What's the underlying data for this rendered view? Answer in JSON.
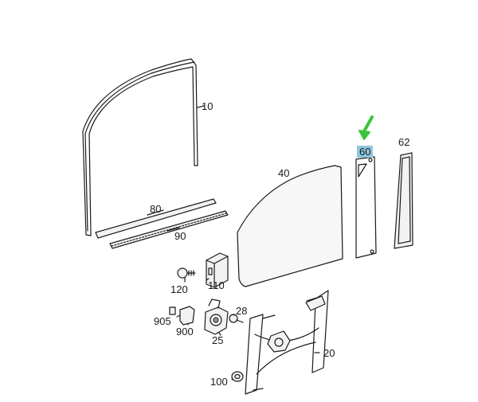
{
  "labels": {
    "p10": "10",
    "p20": "20",
    "p25": "25",
    "p28": "28",
    "p40": "40",
    "p60": "60",
    "p62": "62",
    "p80": "80",
    "p90": "90",
    "p100": "100",
    "p110": "110",
    "p120": "120",
    "p900": "900",
    "p905": "905"
  },
  "highlighted_part": "60",
  "colors": {
    "highlight": "#8fc7e0",
    "arrow": "#3cc43c",
    "line": "#1a1a1a"
  },
  "icons": {
    "pointer": "green-arrow-icon"
  }
}
